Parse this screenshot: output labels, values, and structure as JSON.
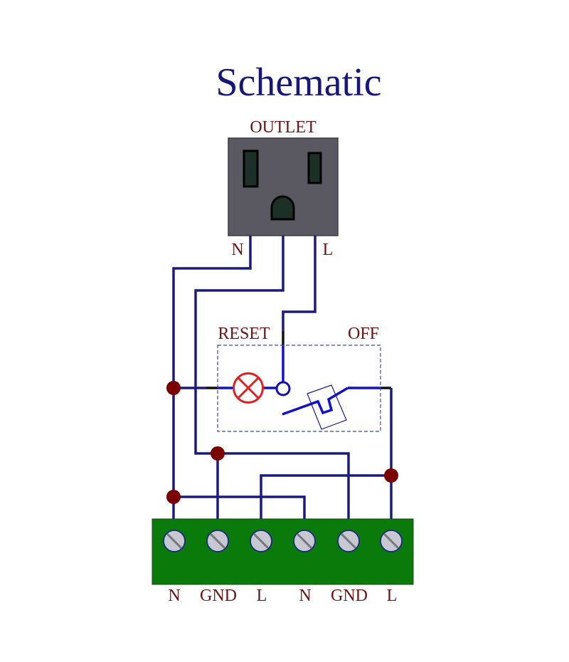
{
  "title": "Schematic",
  "outlet": {
    "label": "OUTLET",
    "pin_left": "N",
    "pin_right": "L",
    "body_color": "#5a5860",
    "slot_color": "#1c3028"
  },
  "breaker": {
    "label_left": "RESET",
    "label_right": "OFF",
    "lamp_color": "#e02020",
    "inner_wire_color": "#1010d0"
  },
  "terminal_block": {
    "color": "#0a7a0a",
    "terminals": [
      {
        "label": "N"
      },
      {
        "label": "GND"
      },
      {
        "label": "L"
      },
      {
        "label": "N"
      },
      {
        "label": "GND"
      },
      {
        "label": "L"
      }
    ]
  },
  "colors": {
    "wire": "#1a1a80",
    "junction": "#7a0000",
    "title": "#17177a",
    "label": "#6b1212"
  }
}
